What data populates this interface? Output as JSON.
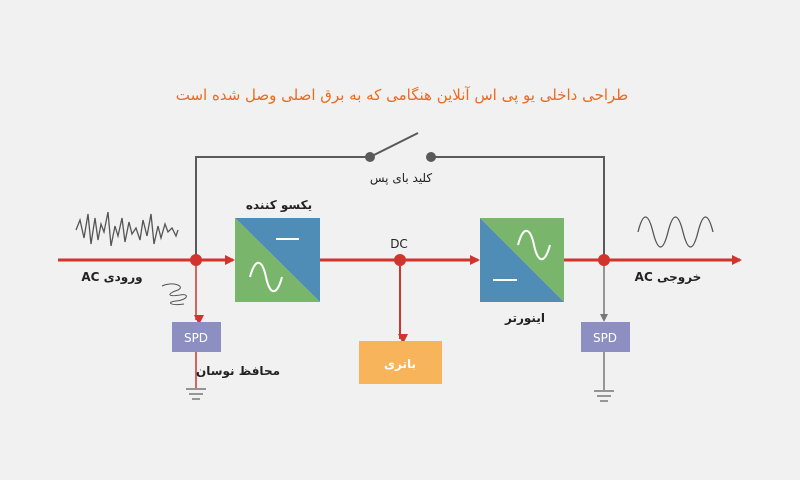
{
  "title": "طراحی داخلی یو پی اس آنلاین هنگامی که به برق اصلی وصل شده است",
  "labels": {
    "bypass_switch": "کلید بای پس",
    "rectifier": "یکسو کننده",
    "dc": "DC",
    "inverter": "اینورتر",
    "ac_input": "ورودی AC",
    "ac_output": "خروجی AC",
    "surge_protector": "محافظ نوسان",
    "battery": "باتری",
    "spd_left": "SPD",
    "spd_right": "SPD"
  },
  "colors": {
    "title": "#ec6a1f",
    "main_line": "#d0342c",
    "bypass_line": "#5a5a5a",
    "converter_green": "#7ab56c",
    "converter_blue": "#4f8db6",
    "spd_box": "#8d8fc2",
    "battery_box": "#f7b45b",
    "node": "#d0342c"
  },
  "icons": [
    "sine-wave-icon",
    "dc-line-icon",
    "ground-icon",
    "arrow-icon",
    "switch-icon"
  ]
}
